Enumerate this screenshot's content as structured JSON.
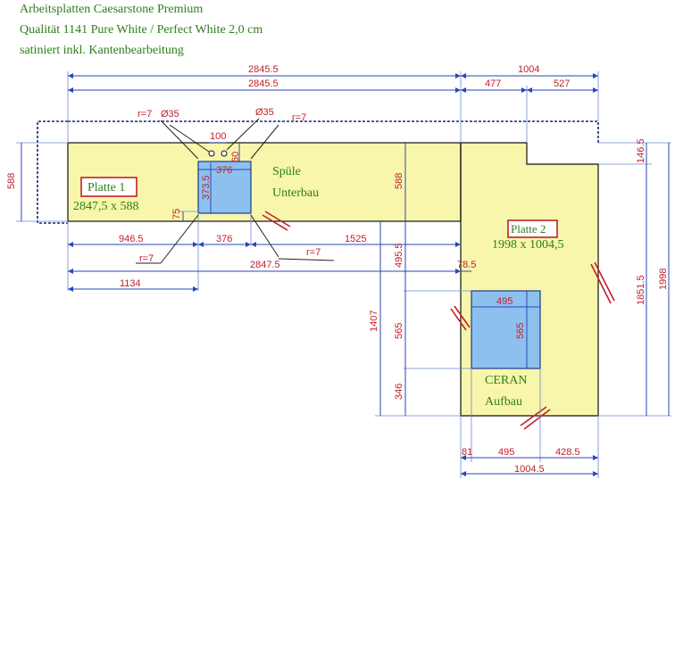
{
  "header": {
    "line1": "Arbeitsplatten Caesarstone Premium",
    "line2": "Qualität 1141 Pure White / Perfect White 2,0 cm",
    "line3": "satiniert inkl. Kantenbearbeitung"
  },
  "plate1": {
    "badge": "Platte 1",
    "size": "2847,5 x 588"
  },
  "plate2": {
    "badge": "Platte 2",
    "size": "1998 x 1004,5"
  },
  "sink": {
    "label_line1": "Spüle",
    "label_line2": "Unterbau"
  },
  "cooktop": {
    "label_line1": "CERAN",
    "label_line2": "Aufbau"
  },
  "dimensions": {
    "top_total_1": "2845.5",
    "top_total_2": "2845.5",
    "top_right": "1004",
    "top_477": "477",
    "top_527": "527",
    "r7_a": "r=7",
    "d35_a": "Ø35",
    "d35_b": "Ø35",
    "r7_b": "r=7",
    "w100": "100",
    "h60": "60",
    "sink_w": "376",
    "sink_h": "373.5",
    "left_588": "588",
    "mid_588": "588",
    "right_146": "146.5",
    "h75": "75",
    "b946": "946.5",
    "b376": "376",
    "b1525": "1525",
    "r7_c": "r=7",
    "r7_d": "r=7",
    "b2847": "2847.5",
    "b1134": "1134",
    "v495": "495.5",
    "v78": "78.5",
    "v1407": "1407",
    "v565": "565",
    "v346": "346",
    "v1851": "1851.5",
    "v1998": "1998",
    "ceran_w": "495",
    "ceran_h": "565",
    "bot81": "81",
    "bot495": "495",
    "bot428": "428.5",
    "bot1004": "1004.5"
  },
  "colors": {
    "plate": "#f8f6ab",
    "cutout": "#8ec0ef",
    "dimension_text": "#c0202a",
    "dimension_line": "#2a46b8",
    "label_text": "#2e7d1e"
  }
}
